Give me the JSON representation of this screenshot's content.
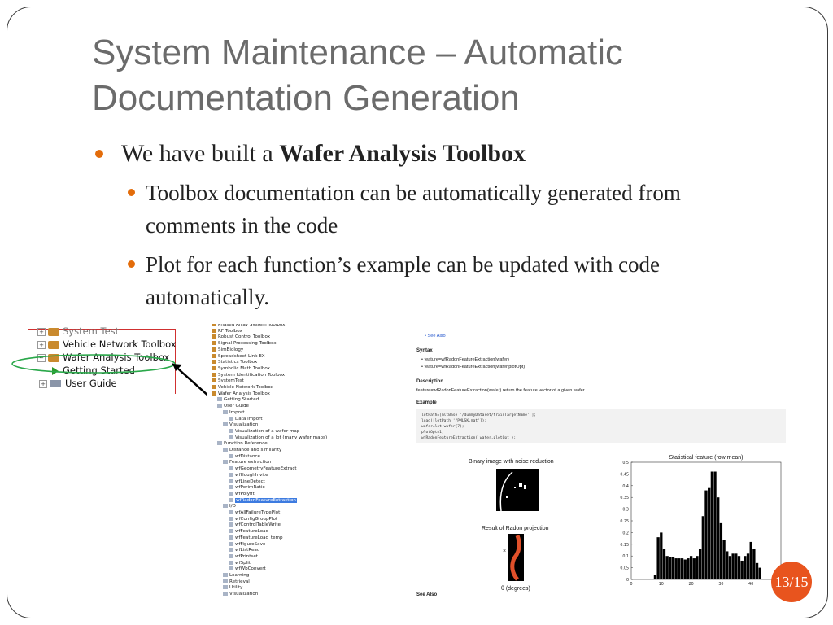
{
  "slide": {
    "title_line1": "System Maintenance – Automatic",
    "title_line2": "Documentation Generation",
    "bullet1_prefix": "We have built a ",
    "bullet1_bold": "Wafer Analysis Toolbox",
    "sub1_line1": "Toolbox documentation can be automatically generated from",
    "sub1_line2": "comments in the code",
    "sub2_line1": "Plot for each function’s example can be updated with code",
    "sub2_line2": "automatically.",
    "page_number": "13/15"
  },
  "tree_zoom": {
    "items": [
      "System Test",
      "Vehicle Network Toolbox",
      "Wafer Analysis Toolbox",
      "Getting Started",
      "User Guide"
    ]
  },
  "tree_full": {
    "items": [
      "Phased Array System Toolbox",
      "RF Toolbox",
      "Robust Control Toolbox",
      "Signal Processing Toolbox",
      "SimBiology",
      "Spreadsheet Link EX",
      "Statistics Toolbox",
      "Symbolic Math Toolbox",
      "System Identification Toolbox",
      "SystemTest",
      "Vehicle Network Toolbox",
      "Wafer Analysis Toolbox",
      "Getting Started",
      "User Guide",
      "Import",
      "Data import",
      "Visualization",
      "Visualization of a wafer map",
      "Visualization of a lot (many wafer maps)",
      "Function Reference",
      "Distance and similarity",
      "wfDistance",
      "Feature extraction",
      "wfGeometryFeatureExtract",
      "wfHoughInvite",
      "wfLineDetect",
      "wfPerimRatio",
      "wfPolyfit",
      "wfRadonFeatureExtraction",
      "I/O",
      "wfAllFailureTypePlot",
      "wfConfigGroupPlot",
      "wfControlTableWrite",
      "wfFeatureLoad",
      "wfFeatureLoad_temp",
      "wfFigureSave",
      "wfListRead",
      "wfPrintset",
      "wfSplit",
      "wfWbConvert",
      "Learning",
      "Retrieval",
      "Utility",
      "Visualization"
    ],
    "selected": "wfRadonFeatureExtraction"
  },
  "doc_page": {
    "see_also_top": "• See Also",
    "syntax_heading": "Syntax",
    "syntax1": "• feature=wfRadonFeatureExtraction(wafer)",
    "syntax2": "• feature=wfRadonFeatureExtraction(wafer,plotOpt)",
    "description_heading": "Description",
    "description": "feature=wfRadonFeatureExtraction(wafer) return the feature vector of a given wafer.",
    "example_heading": "Example",
    "code": [
      "lotPath=[mltBase '/dummyDataset/trainTargetName' ];",
      "load([lotPath '/PMLSK.mat']);",
      "wafer=lot.wafer{7};",
      "plotOpt=1;",
      "wfRadonFeatureExtraction( wafer,plotOpt );"
    ],
    "see_also_bottom": "See Also"
  },
  "figures": {
    "binary_title": "Binary image with  noise reduction",
    "radon_title": "Result of Radon projection",
    "radon_xlabel": "θ (degrees)"
  },
  "chart_data": {
    "type": "bar",
    "title": "Statistical feature (row mean)",
    "xlabel": "",
    "ylabel": "",
    "xlim": [
      0,
      50
    ],
    "ylim": [
      0,
      0.5
    ],
    "x_ticks": [
      0,
      10,
      20,
      30,
      40,
      50
    ],
    "y_ticks": [
      0,
      0.05,
      0.1,
      0.15,
      0.2,
      0.25,
      0.3,
      0.35,
      0.4,
      0.45,
      0.5
    ],
    "x": [
      8,
      9,
      10,
      11,
      12,
      13,
      14,
      15,
      16,
      17,
      18,
      19,
      20,
      21,
      22,
      23,
      24,
      25,
      26,
      27,
      28,
      29,
      30,
      31,
      32,
      33,
      34,
      35,
      36,
      37,
      38,
      39,
      40,
      41,
      42,
      43
    ],
    "values": [
      0.02,
      0.18,
      0.2,
      0.13,
      0.1,
      0.095,
      0.095,
      0.09,
      0.09,
      0.09,
      0.085,
      0.09,
      0.1,
      0.09,
      0.1,
      0.13,
      0.27,
      0.38,
      0.39,
      0.46,
      0.46,
      0.35,
      0.24,
      0.17,
      0.12,
      0.1,
      0.11,
      0.11,
      0.1,
      0.08,
      0.1,
      0.11,
      0.16,
      0.13,
      0.07,
      0.05
    ]
  }
}
